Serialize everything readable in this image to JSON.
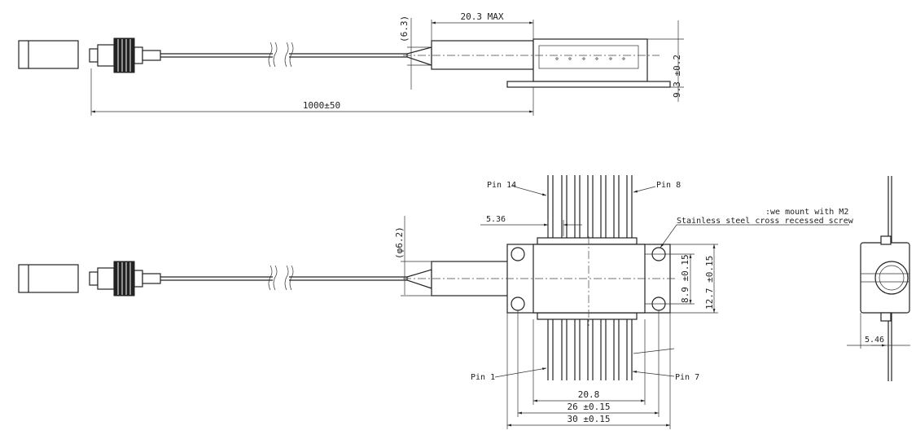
{
  "dimensions": {
    "top_flange_length": "20.3 MAX",
    "top_tube_dia": "(6.3)",
    "top_height": "9.3 ±0.2",
    "fiber_length": "1000±50",
    "pin_pitch_offset": "5.36",
    "tube_dia": "(φ6.2)",
    "inner_width": "8.9 ±0.15",
    "outer_width": "12.7 ±0.15",
    "pin_span": "20.8",
    "hole_span": "26 ±0.15",
    "flange_length": "30 ±0.15",
    "side_height": "5.46"
  },
  "labels": {
    "pin14": "Pin 14",
    "pin8": "Pin 8",
    "pin1": "Pin 1",
    "pin7": "Pin 7",
    "screw_note_1": ":we mount with M2",
    "screw_note_2": "Stainless steel cross recessed screw"
  }
}
